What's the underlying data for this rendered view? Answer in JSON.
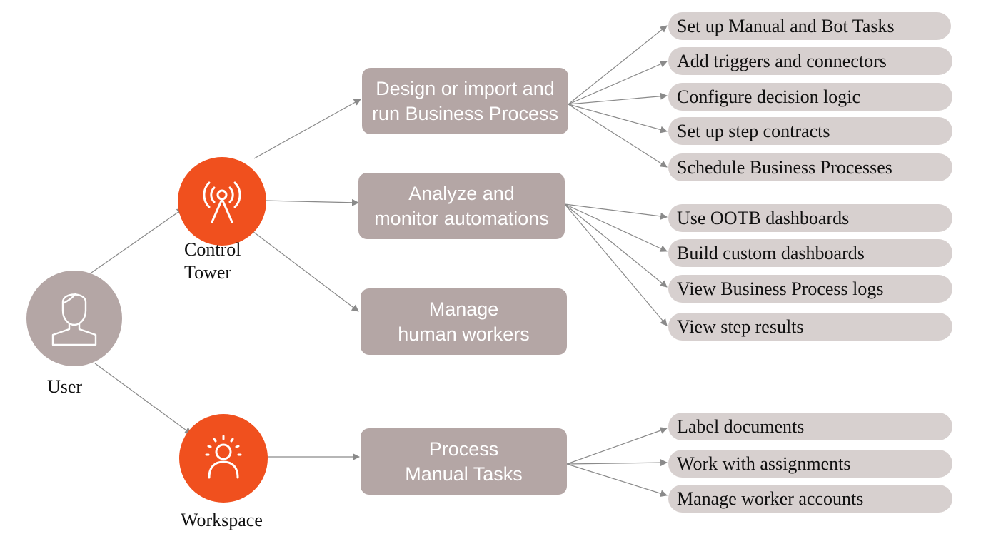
{
  "colors": {
    "accent": "#f0501e",
    "box": "#b4a6a5",
    "pill": "#d7d0cf",
    "arrow": "#8a8a8a"
  },
  "nodes": {
    "user": {
      "label": "User",
      "icon": "person-icon"
    },
    "control_tower": {
      "label_line1": "Control",
      "label_line2": "Tower",
      "icon": "antenna-icon"
    },
    "workspace": {
      "label": "Workspace",
      "icon": "worker-icon"
    }
  },
  "boxes": {
    "design": {
      "line1": "Design or import and",
      "line2": "run Business Process"
    },
    "analyze": {
      "line1": "Analyze and",
      "line2": "monitor automations"
    },
    "manage": {
      "line1": "Manage",
      "line2": "human workers"
    },
    "process": {
      "line1": "Process",
      "line2": "Manual Tasks"
    }
  },
  "tasks": {
    "design": [
      "Set up Manual and Bot Tasks",
      "Add triggers and connectors",
      "Configure decision logic",
      "Set up step contracts",
      "Schedule Business Processes"
    ],
    "analyze": [
      "Use OOTB dashboards",
      "Build custom dashboards",
      "View Business Process logs",
      "View step results"
    ],
    "process": [
      "Label documents",
      "Work with assignments",
      "Manage worker accounts"
    ]
  }
}
